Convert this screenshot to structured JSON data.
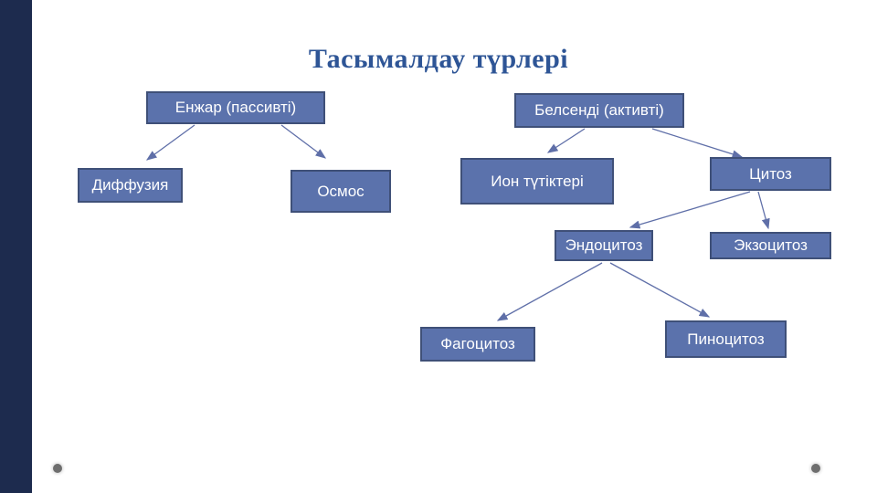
{
  "slide": {
    "title": "Тасымалдау түрлері",
    "colors": {
      "title_text": "#2e5596",
      "box_fill": "#5b72ac",
      "box_border": "#3f5078",
      "box_text": "#ffffff",
      "arrow": "#5f6fa8",
      "left_bar": "#1d2b4e",
      "corner_dot": "#6e6e6e",
      "background": "#ffffff"
    }
  },
  "diagram": {
    "nodes": [
      {
        "id": "passive",
        "label": "Енжар (пассивті)",
        "parent": null
      },
      {
        "id": "active",
        "label": "Белсенді (активті)",
        "parent": null
      },
      {
        "id": "diffusion",
        "label": "Диффузия",
        "parent": "passive"
      },
      {
        "id": "osmosis",
        "label": "Осмос",
        "parent": "passive"
      },
      {
        "id": "ion-channels",
        "label": "Ион түтіктері",
        "parent": "active"
      },
      {
        "id": "cytosis",
        "label": "Цитоз",
        "parent": "active"
      },
      {
        "id": "endocytosis",
        "label": "Эндоцитоз",
        "parent": "cytosis"
      },
      {
        "id": "exocytosis",
        "label": "Экзоцитоз",
        "parent": "cytosis"
      },
      {
        "id": "phagocytosis",
        "label": "Фагоцитоз",
        "parent": "endocytosis"
      },
      {
        "id": "pinocytosis",
        "label": "Пиноцитоз",
        "parent": "endocytosis"
      }
    ],
    "edges": [
      {
        "from": "passive",
        "to": "diffusion"
      },
      {
        "from": "passive",
        "to": "osmosis"
      },
      {
        "from": "active",
        "to": "ion-channels"
      },
      {
        "from": "active",
        "to": "cytosis"
      },
      {
        "from": "cytosis",
        "to": "endocytosis"
      },
      {
        "from": "cytosis",
        "to": "exocytosis"
      },
      {
        "from": "endocytosis",
        "to": "phagocytosis"
      },
      {
        "from": "endocytosis",
        "to": "pinocytosis"
      }
    ]
  }
}
